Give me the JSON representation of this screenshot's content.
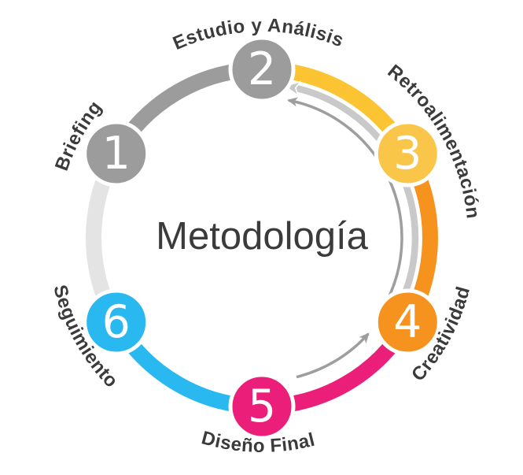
{
  "title": "Metodología",
  "diagram": {
    "type": "circular-process",
    "direction": "clockwise",
    "steps": [
      {
        "number": "1",
        "label": "Briefing",
        "node_color": "#9C9C9C",
        "arc_color": "#E4E4E4"
      },
      {
        "number": "2",
        "label": "Estudio y Análisis",
        "node_color": "#9C9C9C",
        "arc_color": "#9C9C9C"
      },
      {
        "number": "3",
        "label": "Retroalimentación",
        "node_color": "#F9C64A",
        "arc_color": "#FCC433"
      },
      {
        "number": "4",
        "label": "Creatividad",
        "node_color": "#F6921E",
        "arc_color": "#F6921E"
      },
      {
        "number": "5",
        "label": "Diseño Final",
        "node_color": "#EB1E79",
        "arc_color": "#EB1E79"
      },
      {
        "number": "6",
        "label": "Seguimiento",
        "node_color": "#29B8F0",
        "arc_color": "#29B8F0"
      }
    ],
    "feedback_arrows": [
      {
        "from": "4",
        "to": "2",
        "style": "wide-track",
        "color": "#C9C9C9"
      },
      {
        "from": "4",
        "to": "2",
        "style": "thin-line",
        "color": "#9E9E9E"
      },
      {
        "from": "5",
        "to": "4",
        "style": "thin-line",
        "color": "#9E9E9E"
      }
    ],
    "colors": {
      "text": "#3B3B3B",
      "number_text": "#FFFFFF",
      "background": "#FFFFFF",
      "track": "#C9C9C9",
      "track_casing": "#FFFFFF",
      "arrow_line": "#9E9E9E"
    }
  }
}
